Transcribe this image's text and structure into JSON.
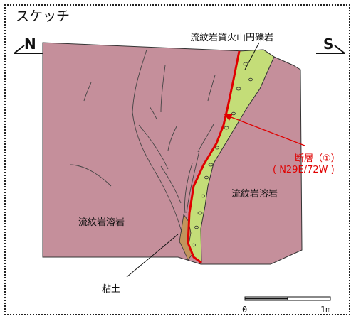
{
  "title": "スケッチ",
  "directions": {
    "left": "N",
    "right": "S"
  },
  "labels": {
    "conglomerate": "流紋岩質火山円礫岩",
    "lava_right": "流紋岩溶岩",
    "lava_left": "流紋岩溶岩",
    "clay": "粘土",
    "fault_name": "断層（①）",
    "fault_orientation": "( N29E/72W )"
  },
  "scale_bar": {
    "start": "0",
    "end": "1m"
  },
  "colors": {
    "lava": "#c58f9b",
    "conglomerate": "#c4dd78",
    "clay": "#c2955c",
    "fault": "#e00000"
  }
}
